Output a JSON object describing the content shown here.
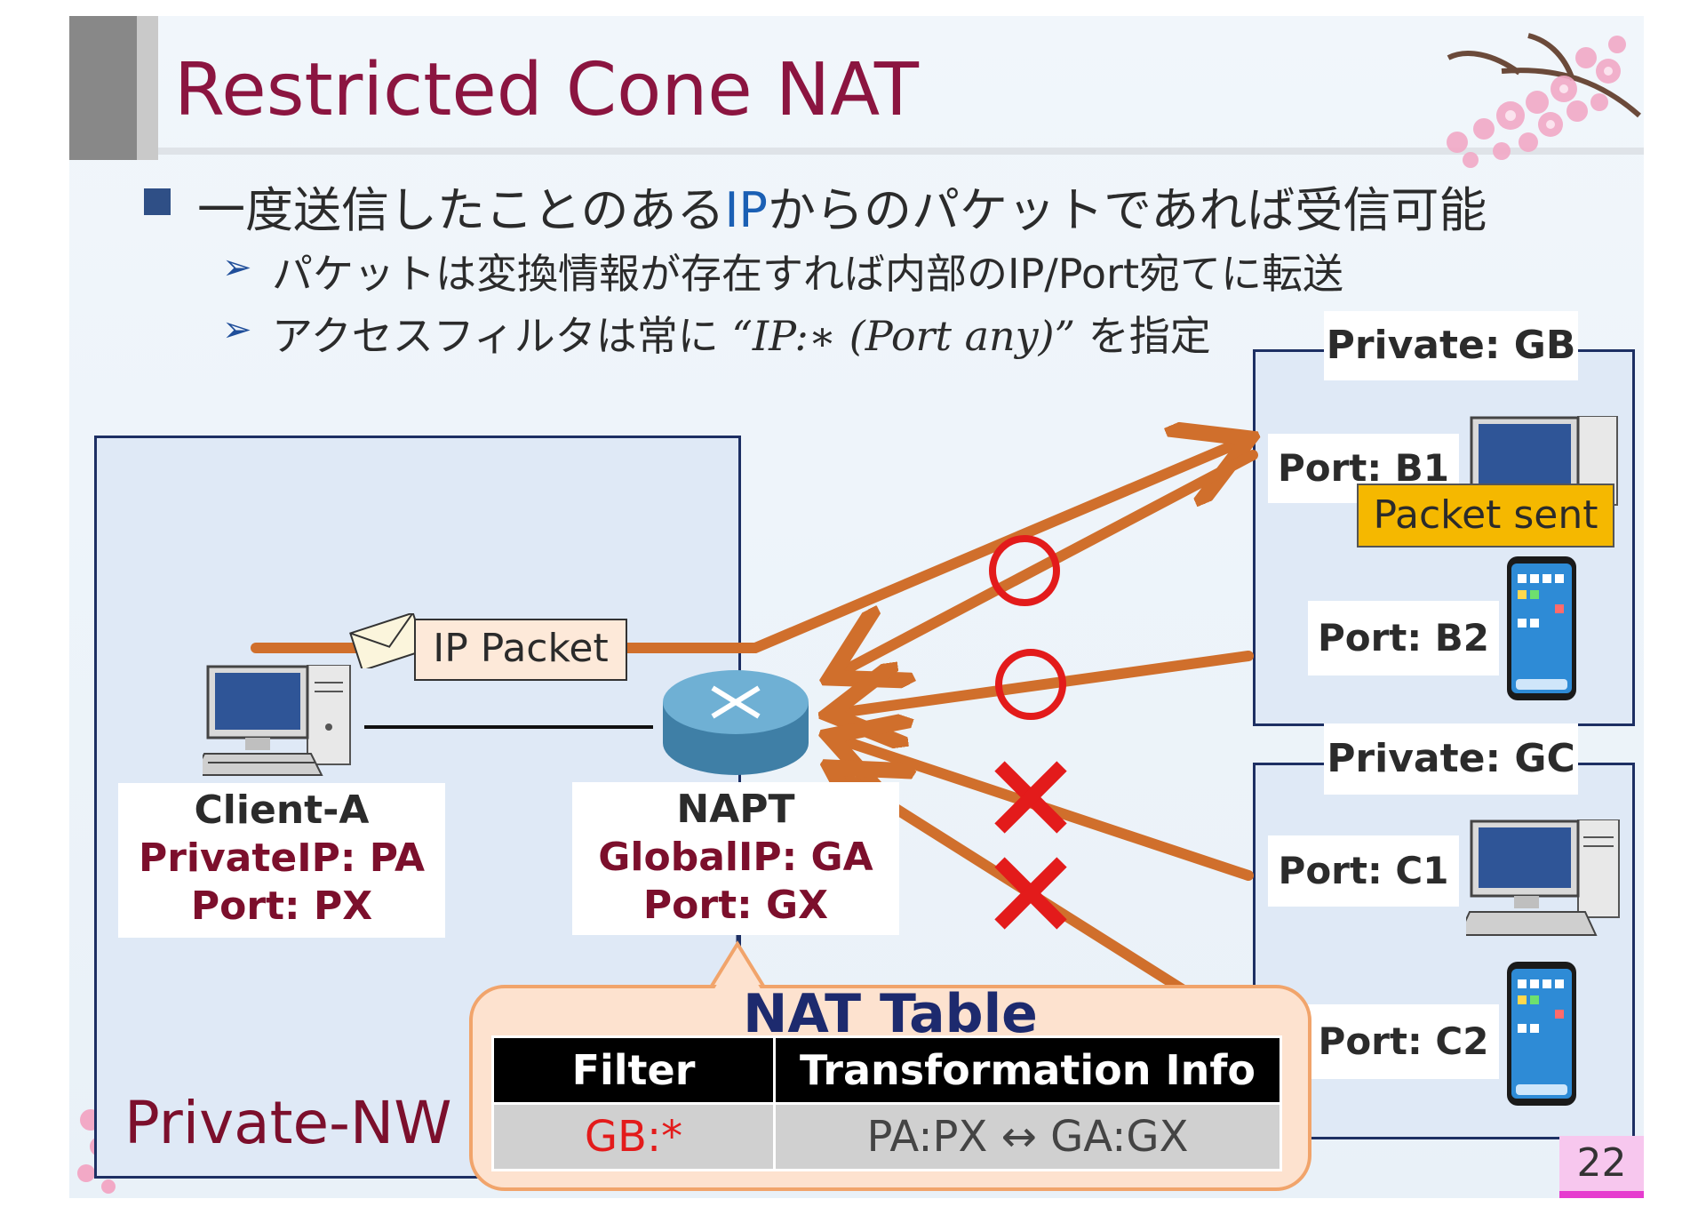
{
  "title": "Restricted Cone NAT",
  "bullets": {
    "main_pre": "一度送信したことのある",
    "main_ip": "IP",
    "main_post": "からのパケットであれば受信可能",
    "sub1": "パケットは変換情報が存在すれば内部のIP/Port宛てに転送",
    "sub2_pre": "アクセスフィルタは常に",
    "sub2_math": "“IP:∗ (Port any)”",
    "sub2_post": "を指定"
  },
  "private_nw": {
    "label": "Private-NW",
    "packet_label": "IP Packet",
    "client": {
      "name": "Client-A",
      "ip": "PrivateIP: PA",
      "port": "Port: PX"
    },
    "napt": {
      "name": "NAPT",
      "ip": "GlobalIP: GA",
      "port": "Port: GX"
    }
  },
  "group_gb": {
    "title": "Private: GB",
    "port1": "Port: B1",
    "port2": "Port: B2",
    "sent_badge": "Packet sent"
  },
  "group_gc": {
    "title": "Private: GC",
    "port1": "Port: C1",
    "port2": "Port: C2"
  },
  "nat_table": {
    "title": "NAT Table",
    "headers": [
      "Filter",
      "Transformation Info"
    ],
    "row": {
      "filter": "GB:*",
      "transform": "PA:PX ↔ GA:GX"
    }
  },
  "page_number": "22",
  "colors": {
    "title": "#8b1540",
    "accent_text": "#7c0f2c",
    "arrow": "#d06f2c",
    "box_border": "#1d2f63",
    "box_fill": "#dfe9f6",
    "ok_mark": "#e31b1b",
    "ng_mark": "#e31b1b",
    "badge": "#f5b800"
  },
  "icons": [
    "desktop-computer-icon",
    "router-icon",
    "envelope-icon",
    "smartphone-icon",
    "circle-ok-icon",
    "cross-ng-icon",
    "cherry-blossom-icon"
  ]
}
